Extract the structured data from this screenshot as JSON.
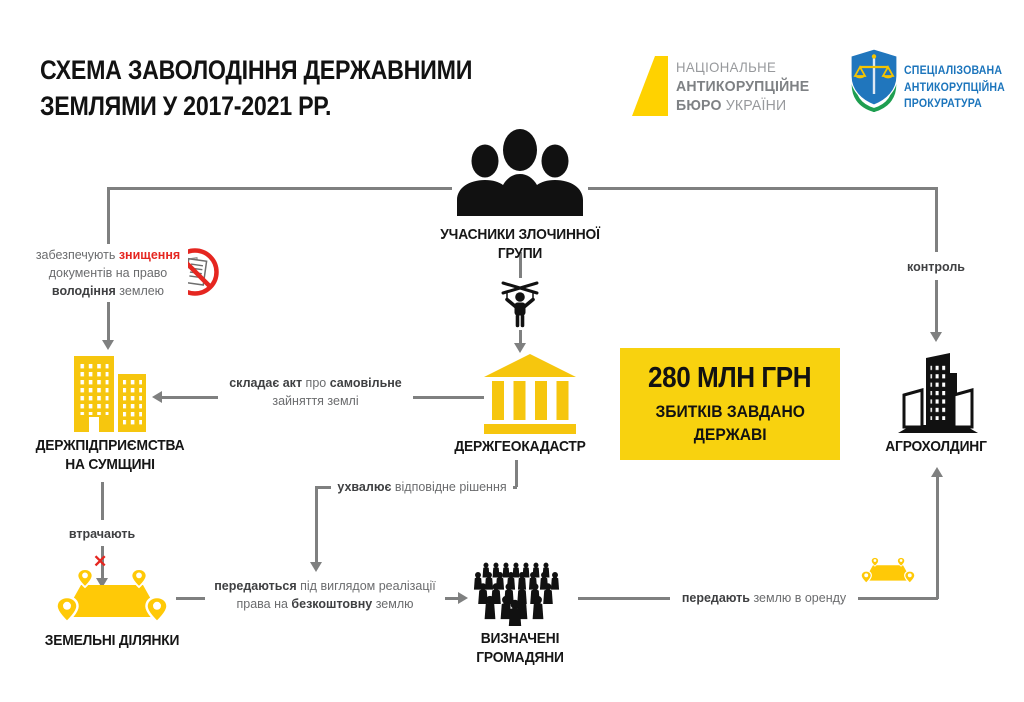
{
  "title": {
    "line1": "СХЕМА ЗАВОЛОДІННЯ ДЕРЖАВНИМИ",
    "line2": "ЗЕМЛЯМИ У 2017-2021 РР."
  },
  "logos": {
    "nabu": {
      "l1": "НАЦІОНАЛЬНЕ",
      "l2": "АНТИКОРУПЦІЙНЕ",
      "l3b": "БЮРО",
      "l3r": " УКРАЇНИ"
    },
    "sap": {
      "l1": "СПЕЦІАЛІЗОВАНА",
      "l2": "АНТИКОРУПЦІЙНА",
      "l3": "ПРОКУРАТУРА"
    }
  },
  "nodes": {
    "participants": {
      "label": "УЧАСНИКИ ЗЛОЧИННОЇ ГРУПИ"
    },
    "geocadastre": {
      "label": "ДЕРЖГЕОКАДАСТР"
    },
    "enterprises": {
      "line1": "ДЕРЖПІДПРИЄМСТВА",
      "line2": "НА СУМЩИНІ"
    },
    "agroholding": {
      "label": "АГРОХОЛДИНГ"
    },
    "land": {
      "label": "ЗЕМЕЛЬНІ ДІЛЯНКИ"
    },
    "citizens": {
      "label": "ВИЗНАЧЕНІ ГРОМАДЯНИ"
    },
    "damage": {
      "amount": "280 МЛН ГРН",
      "line2": "ЗБИТКІВ ЗАВДАНО",
      "line3": "ДЕРЖАВІ"
    }
  },
  "edges": {
    "destroy": {
      "p1": "забезпечують ",
      "red": "знищення",
      "p2": "документів на право",
      "bold": "володіння",
      "p3": " землею"
    },
    "act": {
      "b1": "складає акт",
      "p1": " про ",
      "b2": "самовільне",
      "p2": "зайняття землі"
    },
    "decision": {
      "b": "ухвалює",
      "p": " відповідне рішення"
    },
    "control": "контроль",
    "lose": "втрачають",
    "free": {
      "b1": "передаються",
      "p1": " під виглядом реалізації",
      "p2": "права на ",
      "b2": "безкоштовну",
      "p3": " землю"
    },
    "lease": {
      "b": "передають",
      "p": " землю в оренду"
    },
    "cross": "✕"
  },
  "colors": {
    "accent_yellow": "#F8D20F",
    "icon_yellow": "#F6C60E",
    "land_yellow": "#FFC907",
    "red": "#E52620",
    "arrow_gray": "#7F8080",
    "text_gray": "#6B6C6E",
    "text_dark": "#3F4042",
    "sap_blue": "#1C75BC",
    "sap_green": "#1E9E50",
    "nabu_gray": "#7E8184",
    "black": "#111111"
  }
}
